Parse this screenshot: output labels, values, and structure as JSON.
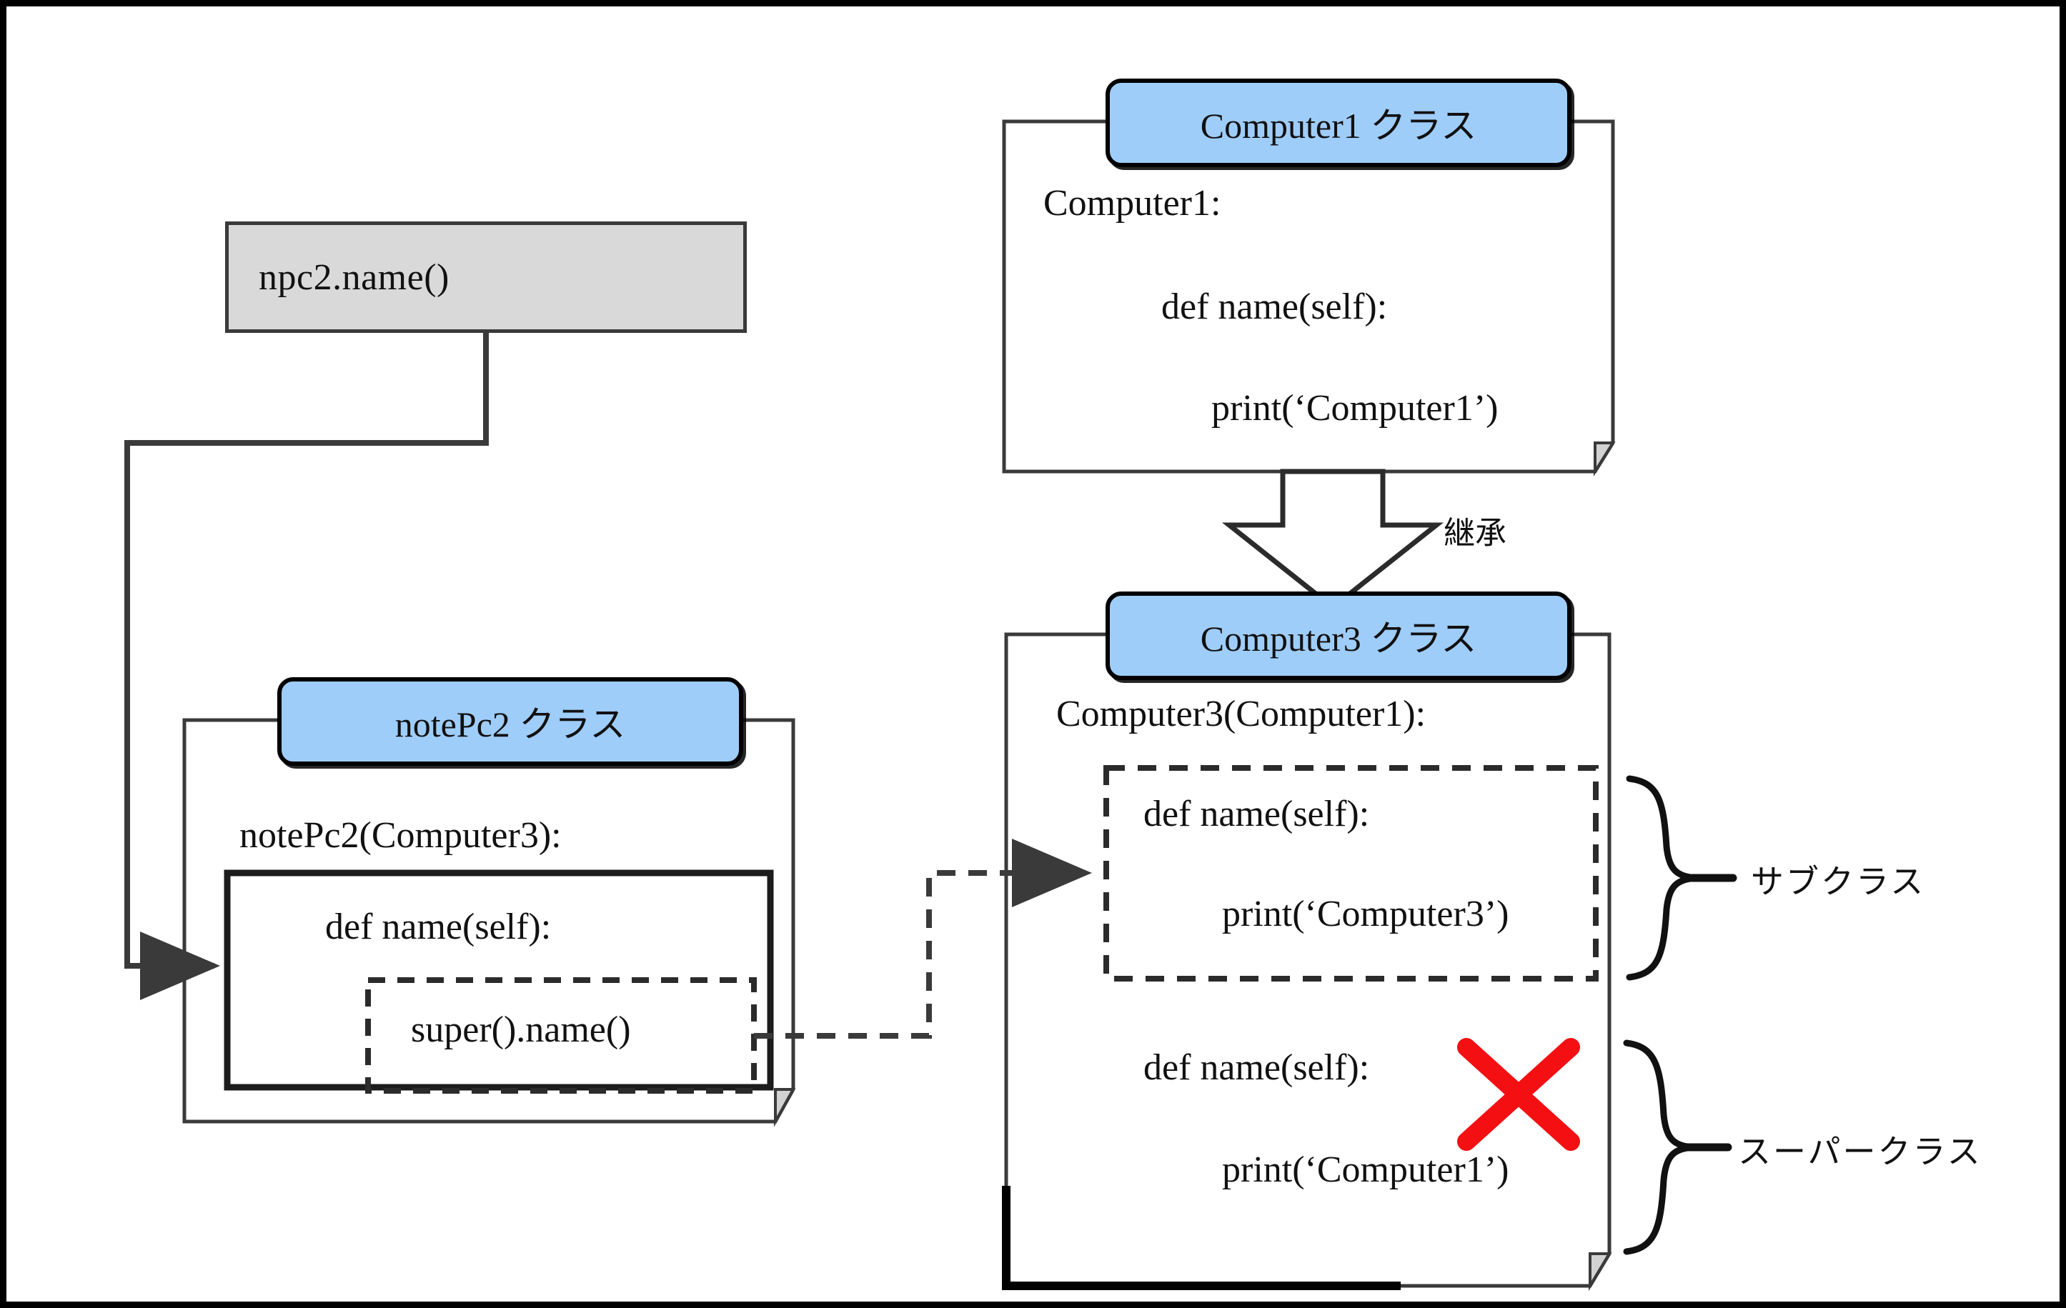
{
  "diagram": {
    "title_present": false,
    "colors": {
      "class_header_blue": "#9fcdfa",
      "call_box_grey": "#d9d9d9",
      "outline_black": "#000000",
      "cross_red": "#f40f13",
      "dashed_grey": "#3f3f3f"
    },
    "call_box": {
      "label": "npc2.name()"
    },
    "classes": [
      {
        "id": "computer1",
        "tab_label": "Computer1 クラス",
        "lines": [
          "Computer1:",
          "def   name(self):",
          "print(‘Computer1’)"
        ]
      },
      {
        "id": "computer3",
        "tab_label": "Computer3 クラス",
        "header_line": "Computer3(Computer1):",
        "sub_block": [
          "def   name(self):",
          "print(‘Computer3’)"
        ],
        "super_block": [
          "def   name(self):",
          "print(‘Computer1’)"
        ],
        "super_block_struck": true
      },
      {
        "id": "notepc2",
        "tab_label": "notePc2 クラス",
        "header_line": "notePc2(Computer3):",
        "method_line": "def   name(self):",
        "super_call": "super().name()"
      }
    ],
    "connectors": {
      "inheritance_label": "継承",
      "inheritance_from": "computer1",
      "inheritance_to": "computer3",
      "call_arrow_from": "npc2.name()",
      "call_arrow_to": "notePc2.name method",
      "dashed_arrow_from": "super().name()",
      "dashed_arrow_to": "Computer3 name method"
    },
    "brackets": [
      {
        "id": "subclass",
        "label": "サブクラス"
      },
      {
        "id": "superclass",
        "label": "スーパークラス"
      }
    ],
    "cross_mark": {
      "name": "red-x-mark",
      "over": "Computer3 inherited name method"
    }
  }
}
